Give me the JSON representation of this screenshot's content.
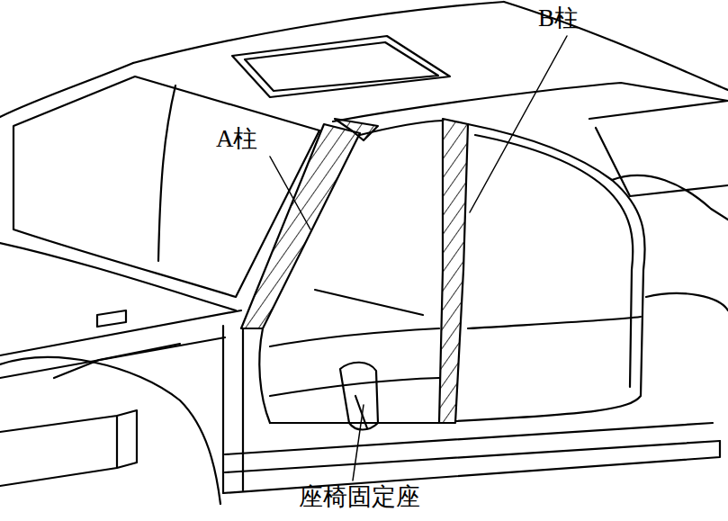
{
  "diagram": {
    "labels": [
      "A柱",
      "B柱",
      "座椅固定座"
    ]
  }
}
